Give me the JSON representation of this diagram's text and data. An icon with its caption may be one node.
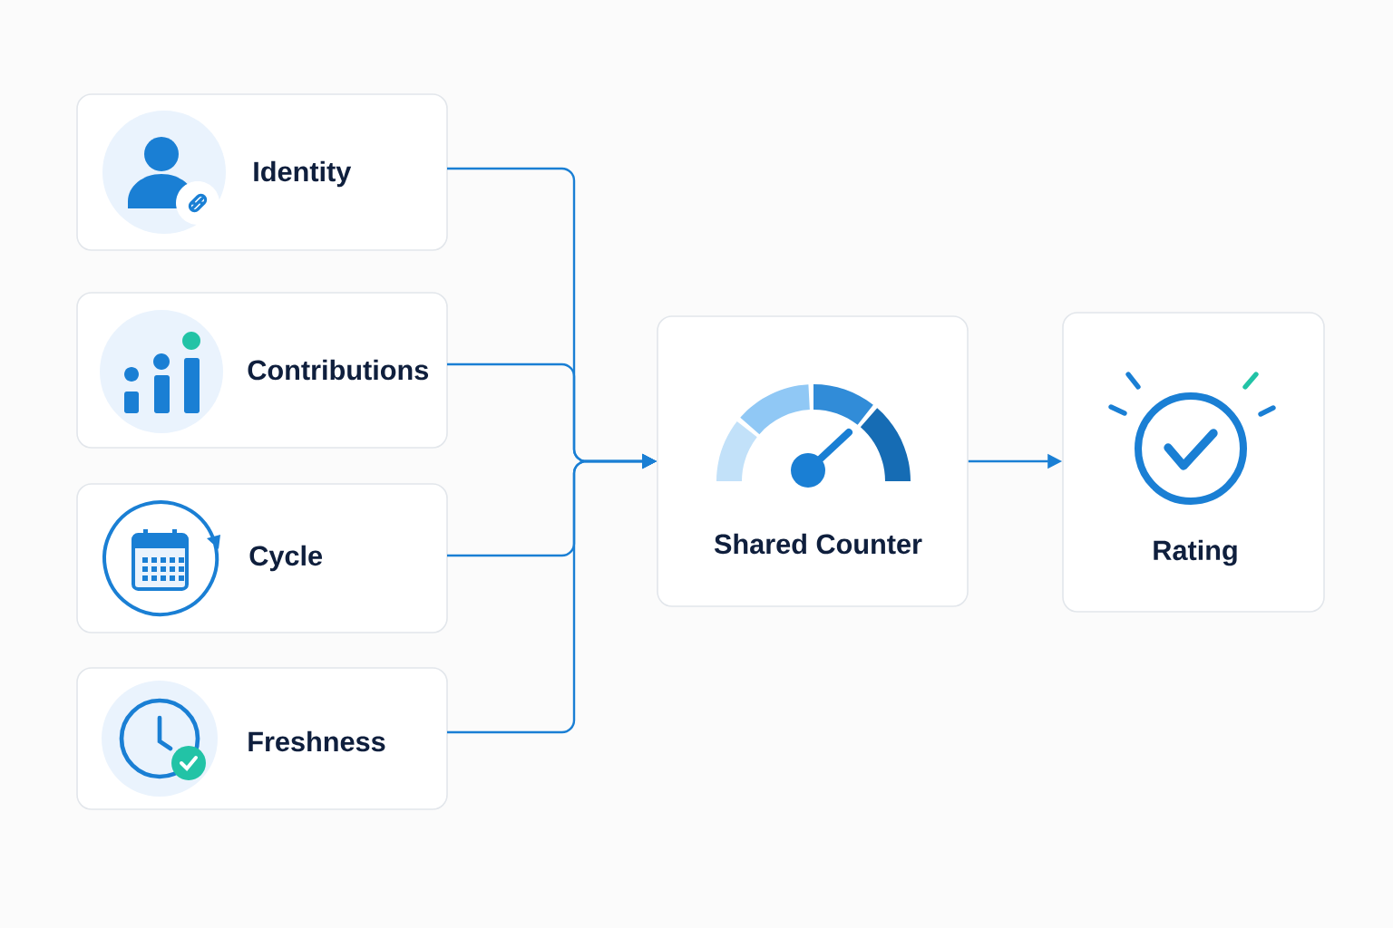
{
  "diagram": {
    "nodes": [
      {
        "text": [
          "Identity"
        ]
      },
      {
        "text": [
          "Contributions"
        ]
      },
      {
        "text": [
          "Cycle"
        ]
      },
      {
        "text": [
          "Freshness"
        ]
      },
      {
        "text": [
          "Shared Counter"
        ]
      },
      {
        "text": [
          "Rating"
        ]
      }
    ],
    "edges": [
      {
        "from": 0,
        "to": 4,
        "arrow": "to"
      },
      {
        "from": 1,
        "to": 4,
        "arrow": "to"
      },
      {
        "from": 2,
        "to": 4,
        "arrow": "to"
      },
      {
        "from": 3,
        "to": 4,
        "arrow": "to"
      },
      {
        "from": 4,
        "to": 5,
        "arrow": "to"
      }
    ]
  }
}
